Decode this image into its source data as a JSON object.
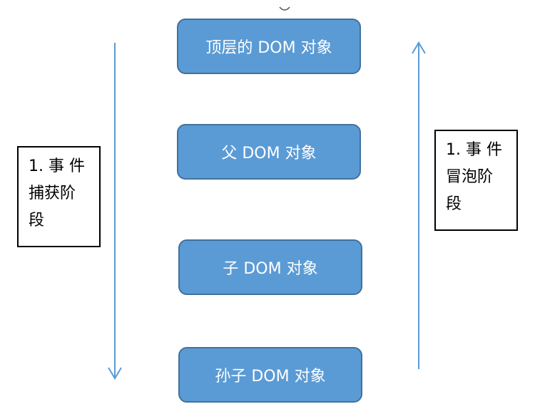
{
  "diagram": {
    "boxes": {
      "top": "顶层的 DOM 对象",
      "parent": "父 DOM 对象",
      "child": "子 DOM 对象",
      "grandchild": "孙子 DOM 对象"
    },
    "capture_note": {
      "line1": "1. 事 件",
      "line2": "捕获阶",
      "line3": "段"
    },
    "bubble_note": {
      "line1": "1. 事 件",
      "line2": "冒泡阶",
      "line3": "段"
    },
    "colors": {
      "box_fill": "#5b9bd5",
      "box_border": "#41719c",
      "arrow": "#5b9bd5",
      "note_border": "#000000"
    },
    "arrows": {
      "capture_direction": "down",
      "bubble_direction": "up"
    }
  }
}
